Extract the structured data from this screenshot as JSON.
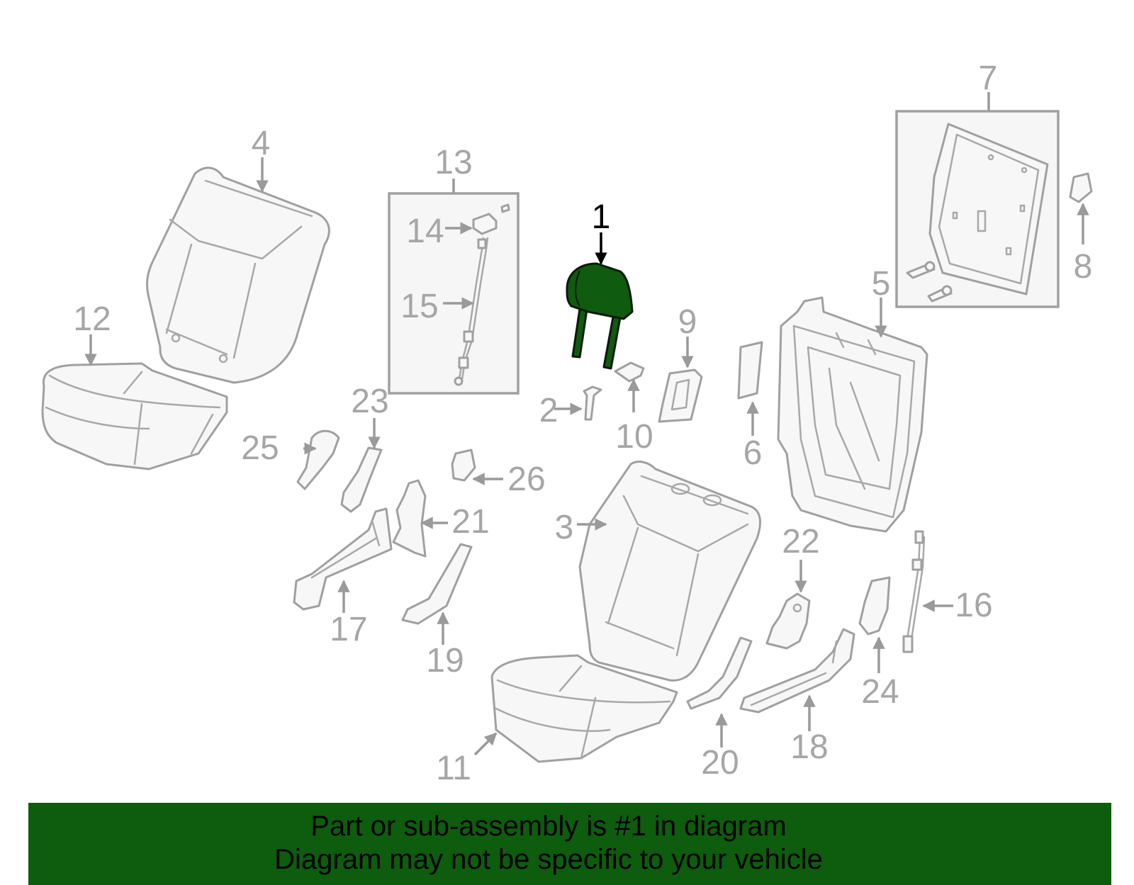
{
  "diagram": {
    "highlighted_part": "1",
    "callouts": {
      "c1": "1",
      "c2": "2",
      "c3": "3",
      "c4": "4",
      "c5": "5",
      "c6": "6",
      "c7": "7",
      "c8": "8",
      "c9": "9",
      "c10": "10",
      "c11": "11",
      "c12": "12",
      "c13": "13",
      "c14": "14",
      "c15": "15",
      "c16": "16",
      "c17": "17",
      "c18": "18",
      "c19": "19",
      "c20": "20",
      "c21": "21",
      "c22": "22",
      "c23": "23",
      "c24": "24",
      "c25": "25",
      "c26": "26"
    },
    "colors": {
      "highlight": "#0f5b0f",
      "parts": "#a0a0a0",
      "banner": "#0e5c0e"
    }
  },
  "banner": {
    "line1": "Part or sub-assembly is #1 in diagram",
    "line2": "Diagram may not be specific to your vehicle"
  }
}
